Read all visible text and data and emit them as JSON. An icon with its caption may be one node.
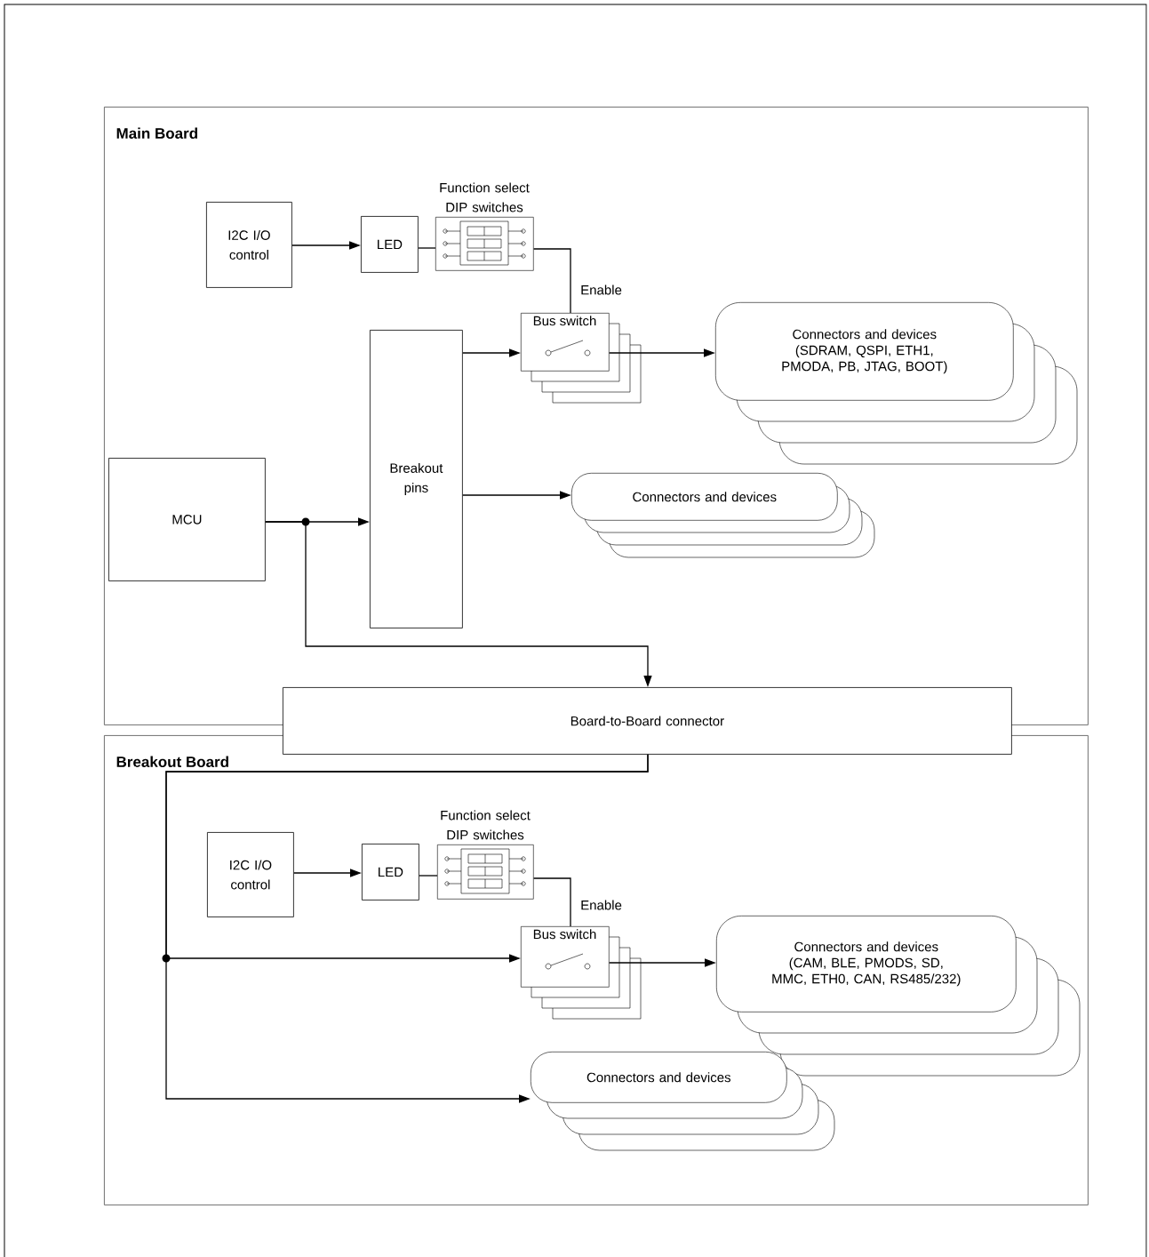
{
  "diagram": {
    "nodes": [
      {
        "text": [
          "Main Board"
        ]
      },
      {
        "text": [
          "I2C I/O control"
        ],
        "in": 0
      },
      {
        "text": [
          "LED"
        ],
        "in": 0
      },
      {
        "text": [
          "Function select DIP switches"
        ],
        "in": 0
      },
      {
        "text": [
          "Bus switch"
        ],
        "in": 0
      },
      {
        "text": [
          "Connectors and devices",
          "(SDRAM, QSPI, ETH1, PMODA, PB, JTAG, BOOT)"
        ],
        "in": 0
      },
      {
        "text": [
          "Breakout pins"
        ],
        "in": 0
      },
      {
        "text": [
          "Connectors and devices"
        ],
        "in": 0
      },
      {
        "text": [
          "MCU"
        ],
        "in": 0
      },
      {
        "text": [
          "Board-to-Board connector"
        ]
      },
      {
        "text": [
          "Breakout Board"
        ]
      },
      {
        "text": [
          "I2C I/O control"
        ],
        "in": 10
      },
      {
        "text": [
          "LED"
        ],
        "in": 10
      },
      {
        "text": [
          "Function select DIP switches"
        ],
        "in": 10
      },
      {
        "text": [
          "Bus switch"
        ],
        "in": 10
      },
      {
        "text": [
          "Connectors and devices",
          "(CAM, BLE, PMODS, SD, MMC, ETH0, CAN, RS485/232)"
        ],
        "in": 10
      },
      {
        "text": [
          "Connectors and devices"
        ],
        "in": 10
      }
    ],
    "edges": [
      {
        "from": 1,
        "to": 2,
        "arrow": "to"
      },
      {
        "from": 2,
        "to": 3,
        "arrow": "none"
      },
      {
        "from": 3,
        "to": 4,
        "arrow": "none",
        "label": "Enable"
      },
      {
        "from": 6,
        "to": 4,
        "arrow": "to"
      },
      {
        "from": 4,
        "to": 5,
        "arrow": "to"
      },
      {
        "from": 6,
        "to": 7,
        "arrow": "to"
      },
      {
        "from": 8,
        "to": 6,
        "arrow": "to"
      },
      {
        "from": 8,
        "to": 9,
        "arrow": "to"
      },
      {
        "from": 11,
        "to": 12,
        "arrow": "to"
      },
      {
        "from": 12,
        "to": 13,
        "arrow": "none"
      },
      {
        "from": 13,
        "to": 14,
        "arrow": "none",
        "label": "Enable"
      },
      {
        "from": 9,
        "to": 14,
        "arrow": "to"
      },
      {
        "from": 14,
        "to": 15,
        "arrow": "to"
      },
      {
        "from": 9,
        "to": 16,
        "arrow": "to"
      }
    ]
  }
}
